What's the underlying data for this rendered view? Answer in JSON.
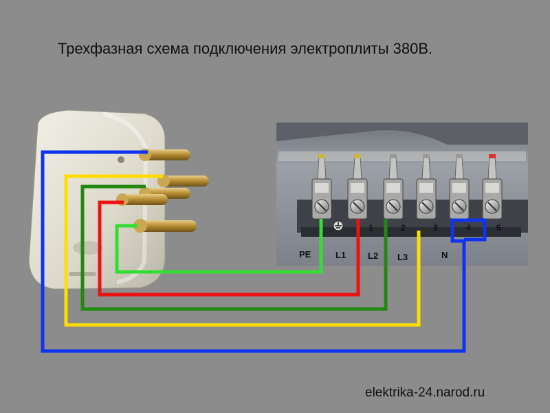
{
  "title": "Трехфазная схема подключения электроплиты 380В.",
  "footer": "elektrika-24.narod.ru",
  "terminal_labels": {
    "pe": "PE",
    "l1": "L1",
    "l2": "L2",
    "l3": "L3",
    "n": "N"
  },
  "terminal_numbers": [
    "1",
    "2",
    "3",
    "4",
    "5"
  ],
  "colors": {
    "background": "#8c8c8c",
    "wire_pe": "#33dd33",
    "wire_l1": "#ee1111",
    "wire_l2": "#228811",
    "wire_l3": "#ffdd00",
    "wire_n": "#1133ee"
  },
  "icons": [
    "three-phase-plug-icon",
    "terminal-block-icon",
    "ground-symbol-icon"
  ]
}
